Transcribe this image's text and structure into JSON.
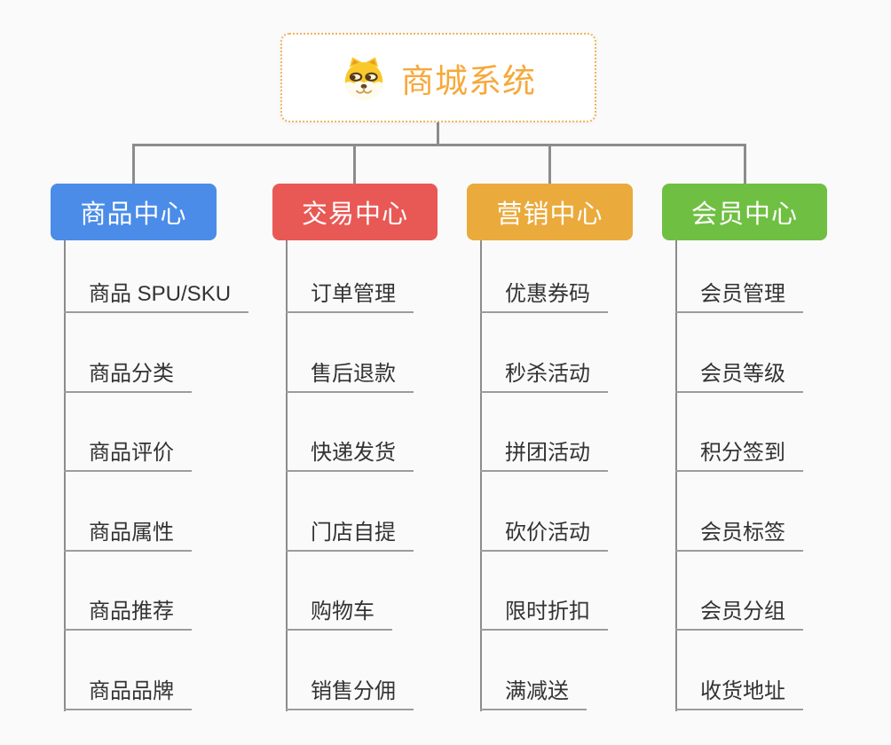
{
  "root": {
    "title": "商城系统",
    "icon": "dog-face-icon",
    "title_color": "#F6A93B",
    "border_color": "#F0B45A"
  },
  "branches": [
    {
      "label": "商品中心",
      "color": "#4A8CE8",
      "items": [
        "商品 SPU/SKU",
        "商品分类",
        "商品评价",
        "商品属性",
        "商品推荐",
        "商品品牌"
      ]
    },
    {
      "label": "交易中心",
      "color": "#E85955",
      "items": [
        "订单管理",
        "售后退款",
        "快递发货",
        "门店自提",
        "购物车",
        "销售分佣"
      ]
    },
    {
      "label": "营销中心",
      "color": "#EAAA3C",
      "items": [
        "优惠券码",
        "秒杀活动",
        "拼团活动",
        "砍价活动",
        "限时折扣",
        "满减送"
      ]
    },
    {
      "label": "会员中心",
      "color": "#6FBF43",
      "items": [
        "会员管理",
        "会员等级",
        "积分签到",
        "会员标签",
        "会员分组",
        "收货地址"
      ]
    }
  ],
  "colors": {
    "background": "#FAFAFA",
    "connector": "#8C8C8C",
    "underline": "#9C9C9C",
    "item_text": "#333333"
  }
}
